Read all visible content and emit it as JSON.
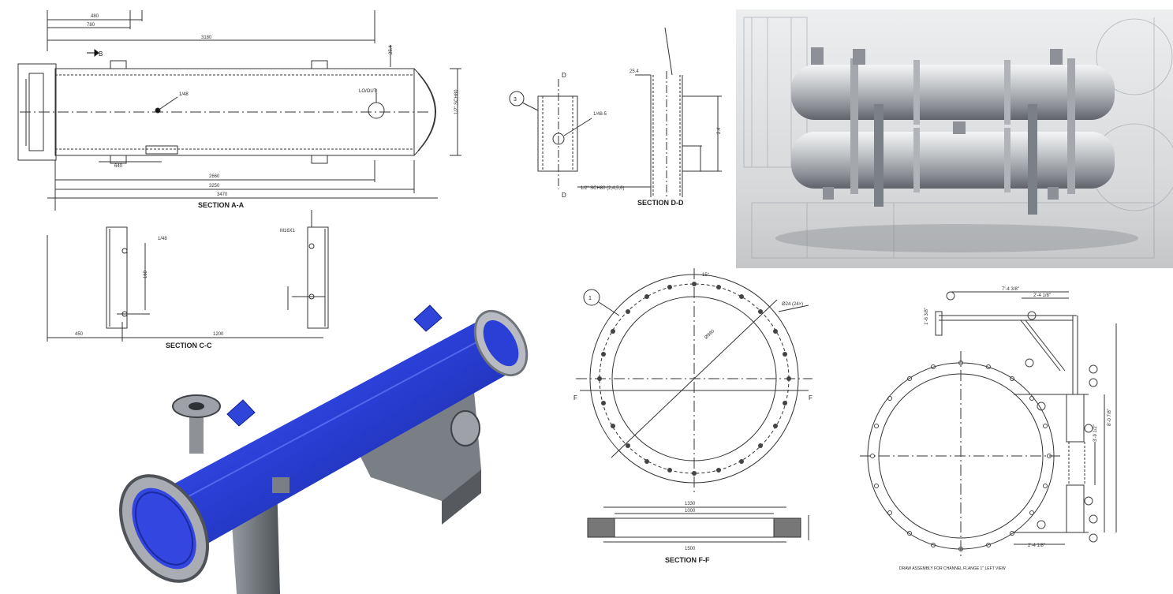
{
  "colors": {
    "line": "#333333",
    "vessel_blue": "#2a3fd6",
    "vessel_blue_dark": "#12208a",
    "steel": "#b8bcc2",
    "steel_dark": "#6f747b"
  },
  "drawing_a": {
    "section_label": "SECTION A-A",
    "mark_b": "B",
    "nozzle_label_1": "1/48",
    "nozzle_label_2": "LO/OUT"
  },
  "drawing_c": {
    "section_label": "SECTION C-C"
  },
  "drawing_d": {
    "section_label": "SECTION D-D",
    "mark_d": "D",
    "balloon": "3",
    "note": "1/2\" SCH80 (2,4,5,6)"
  },
  "drawing_f": {
    "section_label": "SECTION F-F",
    "balloon": "1",
    "mark_f": "F"
  },
  "drawing_channel": {
    "caption": "DRAW ASSEMBLY FOR CHANNEL FLANGE 1\" LEFT VIEW"
  },
  "render_3d": {
    "description_icon": "blue-vessel-3d-icon"
  },
  "photo_exchangers": {
    "icon": "stacked-heat-exchangers-icon"
  }
}
